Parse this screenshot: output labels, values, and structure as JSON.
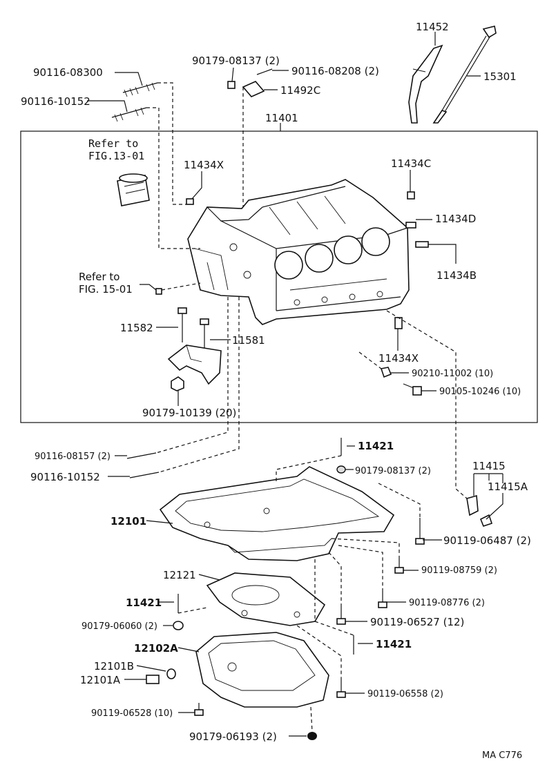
{
  "parts": {
    "p_11452": "11452",
    "p_15301": "15301",
    "p_90179_08137_top": "90179-08137 (2)",
    "p_90116_08208": "90116-08208 (2)",
    "p_11492c": "11492C",
    "p_90116_08300": "90116-08300",
    "p_90116_10152_top": "90116-10152",
    "p_11401": "11401",
    "refer_13_line1": "Refer to",
    "refer_13_line2": "FIG.13-01",
    "p_11434x_top": "11434X",
    "p_11434c": "11434C",
    "p_11434d": "11434D",
    "p_11434b": "11434B",
    "refer_15_line1": "Refer to",
    "refer_15_line2": "FIG. 15-01",
    "p_11582": "11582",
    "p_11581": "11581",
    "p_11434x_bottom": "11434X",
    "p_90210_11002": "90210-11002 (10)",
    "p_90105_10246": "90105-10246 (10)",
    "p_90179_10139": "90179-10139 (20)",
    "p_90116_08157": "90116-08157 (2)",
    "p_11421_a": "11421",
    "p_90179_08137_mid": "90179-08137 (2)",
    "p_90116_10152_bottom": "90116-10152",
    "p_11415": "11415",
    "p_11415a": "11415A",
    "p_12101": "12101",
    "p_90119_06487": "90119-06487 (2)",
    "p_90119_08759": "90119-08759 (2)",
    "p_12121": "12121",
    "p_90119_08776": "90119-08776 (2)",
    "p_11421_b": "11421",
    "p_90179_06060": "90179-06060 (2)",
    "p_90119_06527": "90119-06527 (12)",
    "p_11421_c": "11421",
    "p_12102a": "12102A",
    "p_12101b": "12101B",
    "p_12101a": "12101A",
    "p_90119_06558": "90119-06558 (2)",
    "p_90119_06528": "90119-06528 (10)",
    "p_90179_06193": "90179-06193 (2)",
    "figure_code": "MA  C776"
  }
}
